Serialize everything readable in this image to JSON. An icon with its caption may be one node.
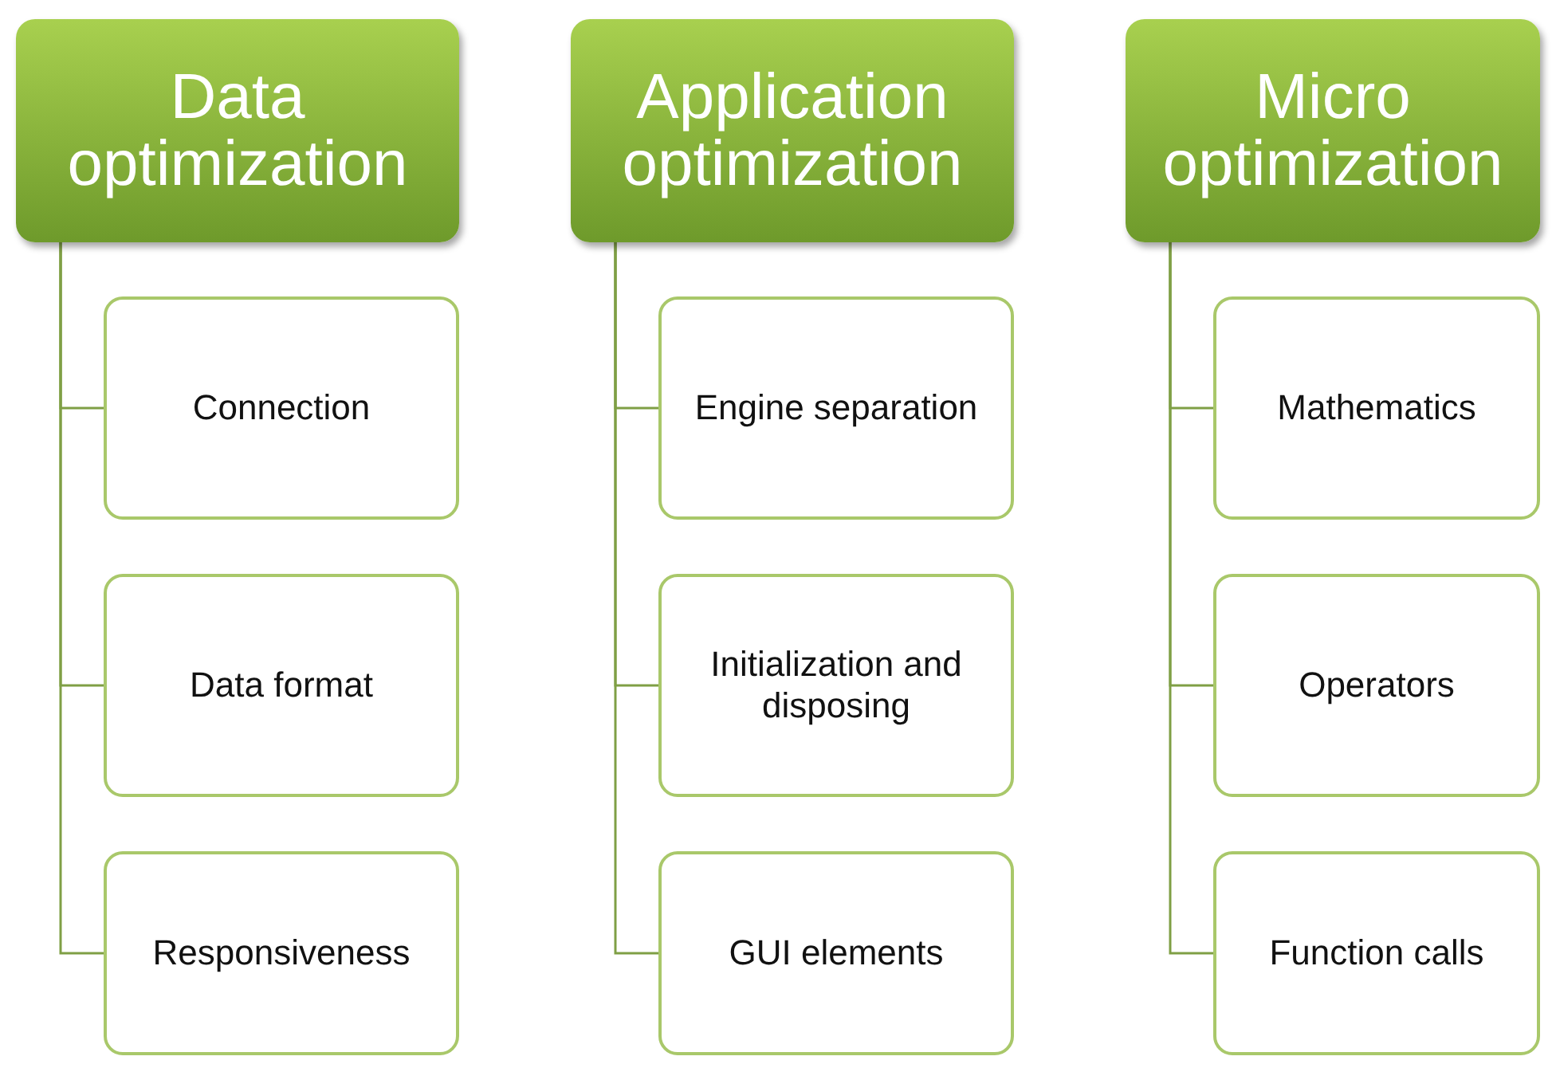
{
  "diagram": {
    "nodes": [
      {
        "text": [
          "Data optimization"
        ]
      },
      {
        "text": [
          "Connection"
        ]
      },
      {
        "text": [
          "Data format"
        ]
      },
      {
        "text": [
          "Responsiveness"
        ]
      },
      {
        "text": [
          "Application optimization"
        ]
      },
      {
        "text": [
          "Engine separation"
        ]
      },
      {
        "text": [
          "Initialization and disposing"
        ]
      },
      {
        "text": [
          "GUI elements"
        ]
      },
      {
        "text": [
          "Micro optimization"
        ]
      },
      {
        "text": [
          "Mathematics"
        ]
      },
      {
        "text": [
          "Operators"
        ]
      },
      {
        "text": [
          "Function calls"
        ]
      }
    ],
    "edges": [
      {
        "from": 0,
        "to": 1,
        "arrow": "none"
      },
      {
        "from": 0,
        "to": 2,
        "arrow": "none"
      },
      {
        "from": 0,
        "to": 3,
        "arrow": "none"
      },
      {
        "from": 4,
        "to": 5,
        "arrow": "none"
      },
      {
        "from": 4,
        "to": 6,
        "arrow": "none"
      },
      {
        "from": 4,
        "to": 7,
        "arrow": "none"
      },
      {
        "from": 8,
        "to": 9,
        "arrow": "none"
      },
      {
        "from": 8,
        "to": 10,
        "arrow": "none"
      },
      {
        "from": 8,
        "to": 11,
        "arrow": "none"
      }
    ]
  }
}
